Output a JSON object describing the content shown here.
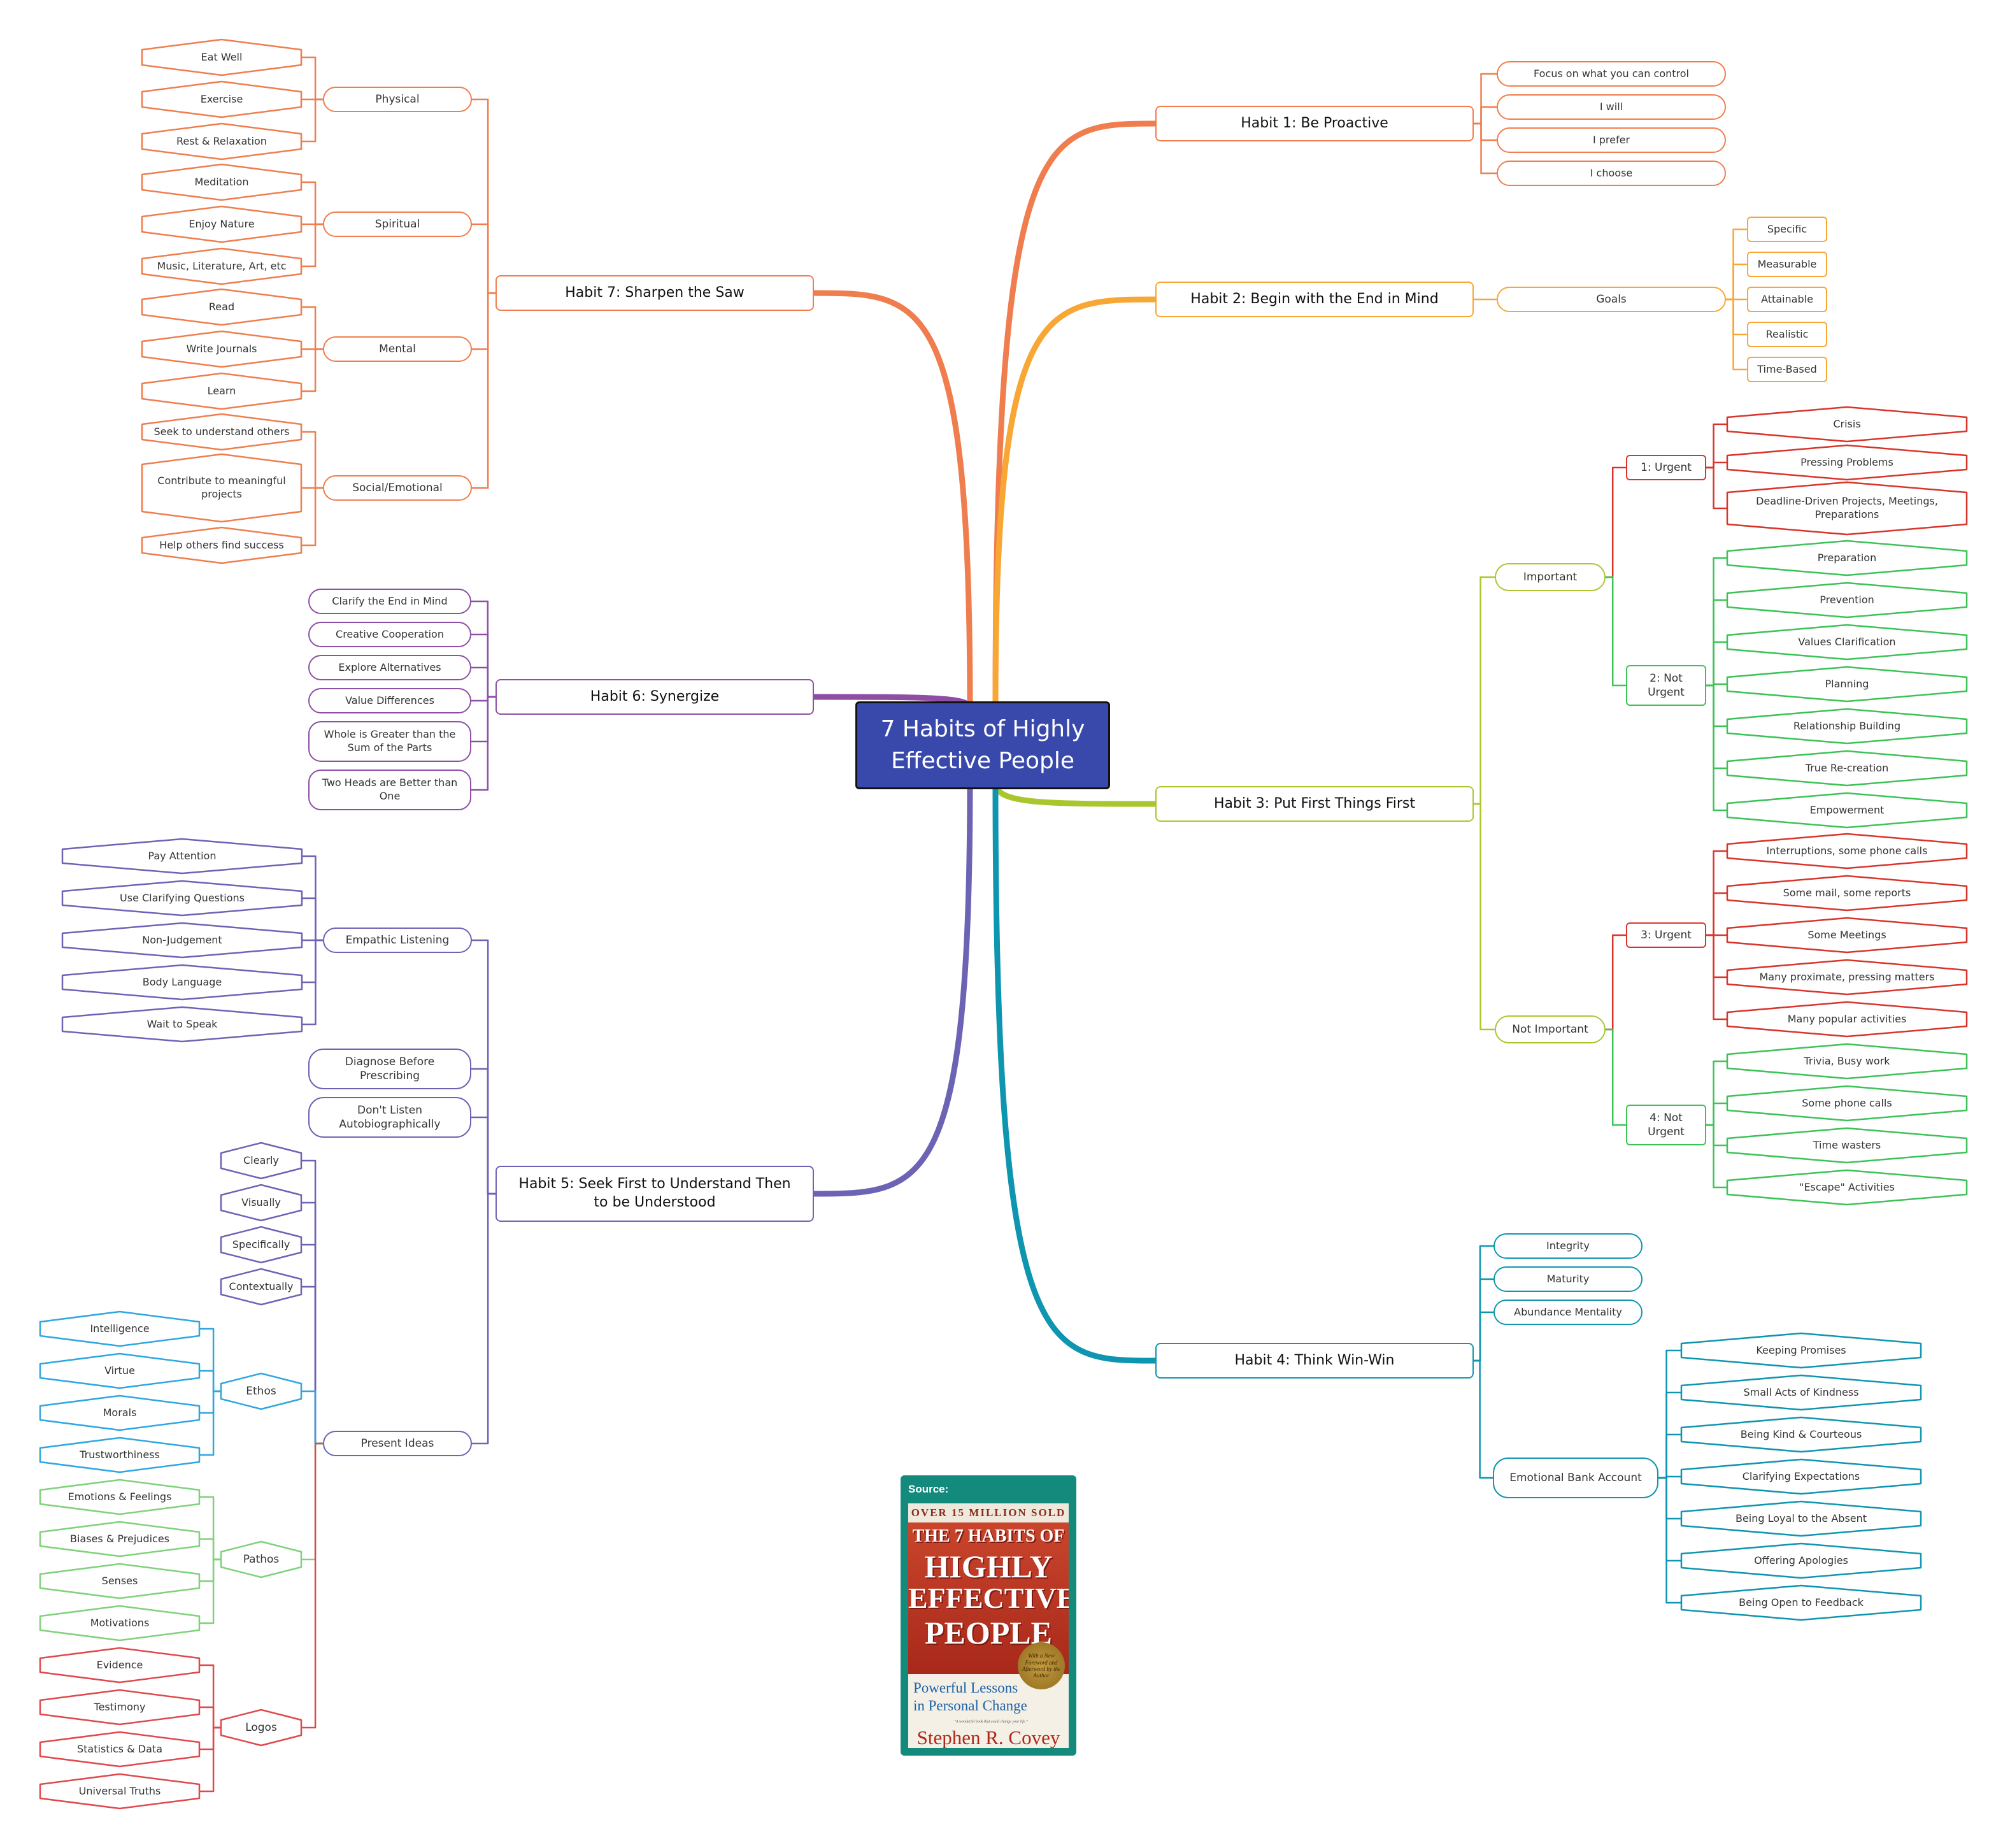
{
  "colors": {
    "central_fill": "#3949ab",
    "habit1": "#f07d4d",
    "habit2": "#f8a634",
    "habit3": "#a9c72d",
    "habit3_urgent": "#d9342b",
    "habit3_not_urgent": "#3cc257",
    "habit4": "#0e95b0",
    "habit5": "#6c63b5",
    "habit5_ethos": "#2ea6e0",
    "habit5_pathos": "#7fd17a",
    "habit5_logos": "#e0484a",
    "habit6": "#8d4ea3",
    "habit7": "#f07d4d",
    "source_frame": "#138a7c"
  },
  "central": {
    "title": "7 Habits of Highly Effective People"
  },
  "habits": {
    "h1": {
      "title": "Habit 1: Be Proactive",
      "items": [
        "Focus on what you can control",
        "I will",
        "I prefer",
        "I choose"
      ]
    },
    "h2": {
      "title": "Habit 2: Begin with the End in Mind",
      "goals": "Goals",
      "items": [
        "Specific",
        "Measurable",
        "Attainable",
        "Realistic",
        "Time-Based"
      ]
    },
    "h3": {
      "title": "Habit 3: Put First Things First",
      "important": "Important",
      "not_important": "Not Important",
      "q1": {
        "label": "1: Urgent",
        "items": [
          "Crisis",
          "Pressing Problems",
          "Deadline-Driven Projects, Meetings, Preparations"
        ]
      },
      "q2": {
        "label": "2: Not Urgent",
        "items": [
          "Preparation",
          "Prevention",
          "Values Clarification",
          "Planning",
          "Relationship Building",
          "True Re-creation",
          "Empowerment"
        ]
      },
      "q3": {
        "label": "3: Urgent",
        "items": [
          "Interruptions, some phone calls",
          "Some mail, some reports",
          "Some Meetings",
          "Many proximate, pressing matters",
          "Many popular activities"
        ]
      },
      "q4": {
        "label": "4: Not Urgent",
        "items": [
          "Trivia, Busy work",
          "Some phone calls",
          "Time wasters",
          "\"Escape\" Activities"
        ]
      }
    },
    "h4": {
      "title": "Habit 4: Think Win-Win",
      "items": [
        "Integrity",
        "Maturity",
        "Abundance Mentality"
      ],
      "eba": "Emotional Bank Account",
      "eba_items": [
        "Keeping Promises",
        "Small Acts of Kindness",
        "Being Kind & Courteous",
        "Clarifying Expectations",
        "Being Loyal to the Absent",
        "Offering Apologies",
        "Being Open to Feedback"
      ]
    },
    "h5": {
      "title": "Habit 5: Seek First to Understand Then to be Understood",
      "empathic": "Empathic Listening",
      "empathic_items": [
        "Pay Attention",
        "Use Clarifying Questions",
        "Non-Judgement",
        "Body Language",
        "Wait to Speak"
      ],
      "diagnose": "Diagnose Before Prescribing",
      "dont_listen": "Don't Listen Autobiographically",
      "present": "Present Ideas",
      "present_items": [
        "Clearly",
        "Visually",
        "Specifically",
        "Contextually"
      ],
      "ethos": "Ethos",
      "ethos_items": [
        "Intelligence",
        "Virtue",
        "Morals",
        "Trustworthiness"
      ],
      "pathos": "Pathos",
      "pathos_items": [
        "Emotions & Feelings",
        "Biases & Prejudices",
        "Senses",
        "Motivations"
      ],
      "logos": "Logos",
      "logos_items": [
        "Evidence",
        "Testimony",
        "Statistics & Data",
        "Universal Truths"
      ]
    },
    "h6": {
      "title": "Habit 6: Synergize",
      "items": [
        "Clarify the End in Mind",
        "Creative Cooperation",
        "Explore Alternatives",
        "Value Differences",
        "Whole is Greater than the Sum of the Parts",
        "Two Heads are Better than One"
      ]
    },
    "h7": {
      "title": "Habit 7: Sharpen the Saw",
      "physical": "Physical",
      "physical_items": [
        "Eat Well",
        "Exercise",
        "Rest & Relaxation"
      ],
      "spiritual": "Spiritual",
      "spiritual_items": [
        "Meditation",
        "Enjoy Nature",
        "Music, Literature, Art, etc"
      ],
      "mental": "Mental",
      "mental_items": [
        "Read",
        "Write Journals",
        "Learn"
      ],
      "social": "Social/Emotional",
      "social_items": [
        "Seek to understand others",
        "Contribute to meaningful projects",
        "Help others find success"
      ]
    }
  },
  "source": {
    "label": "Source:",
    "cover_banner": "OVER 15 MILLION SOLD",
    "cover_title_1": "THE 7 HABITS OF",
    "cover_title_2": "HIGHLY",
    "cover_title_3": "EFFECTIVE",
    "cover_title_4": "PEOPLE",
    "cover_seal": "With a New Foreword and Afterword by the Author",
    "cover_subtitle_1": "Powerful Lessons",
    "cover_subtitle_2": "in Personal Change",
    "cover_quote": "\"A wonderful book that could change your life.\"",
    "cover_author": "Stephen R. Covey"
  }
}
